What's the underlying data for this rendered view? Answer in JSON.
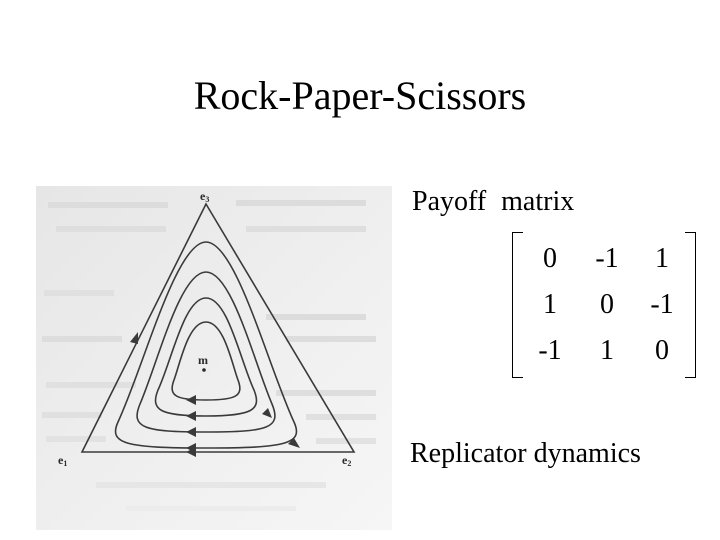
{
  "slide": {
    "title": "Rock-Paper-Scissors"
  },
  "figure": {
    "vertices": {
      "top": "e",
      "top_sub": "3",
      "bottom_left": "e",
      "bottom_left_sub": "1",
      "bottom_right": "e",
      "bottom_right_sub": "2"
    },
    "center_label": "m",
    "orbit_count": 4,
    "colors": {
      "ink": "#3a3a3a",
      "scan_background": "#ececec"
    }
  },
  "payoff": {
    "label": "Payoff  matrix",
    "rows": [
      [
        "0",
        "-1",
        "1"
      ],
      [
        "1",
        "0",
        "-1"
      ],
      [
        "-1",
        "1",
        "0"
      ]
    ]
  },
  "replicator": {
    "label": "Replicator dynamics"
  }
}
